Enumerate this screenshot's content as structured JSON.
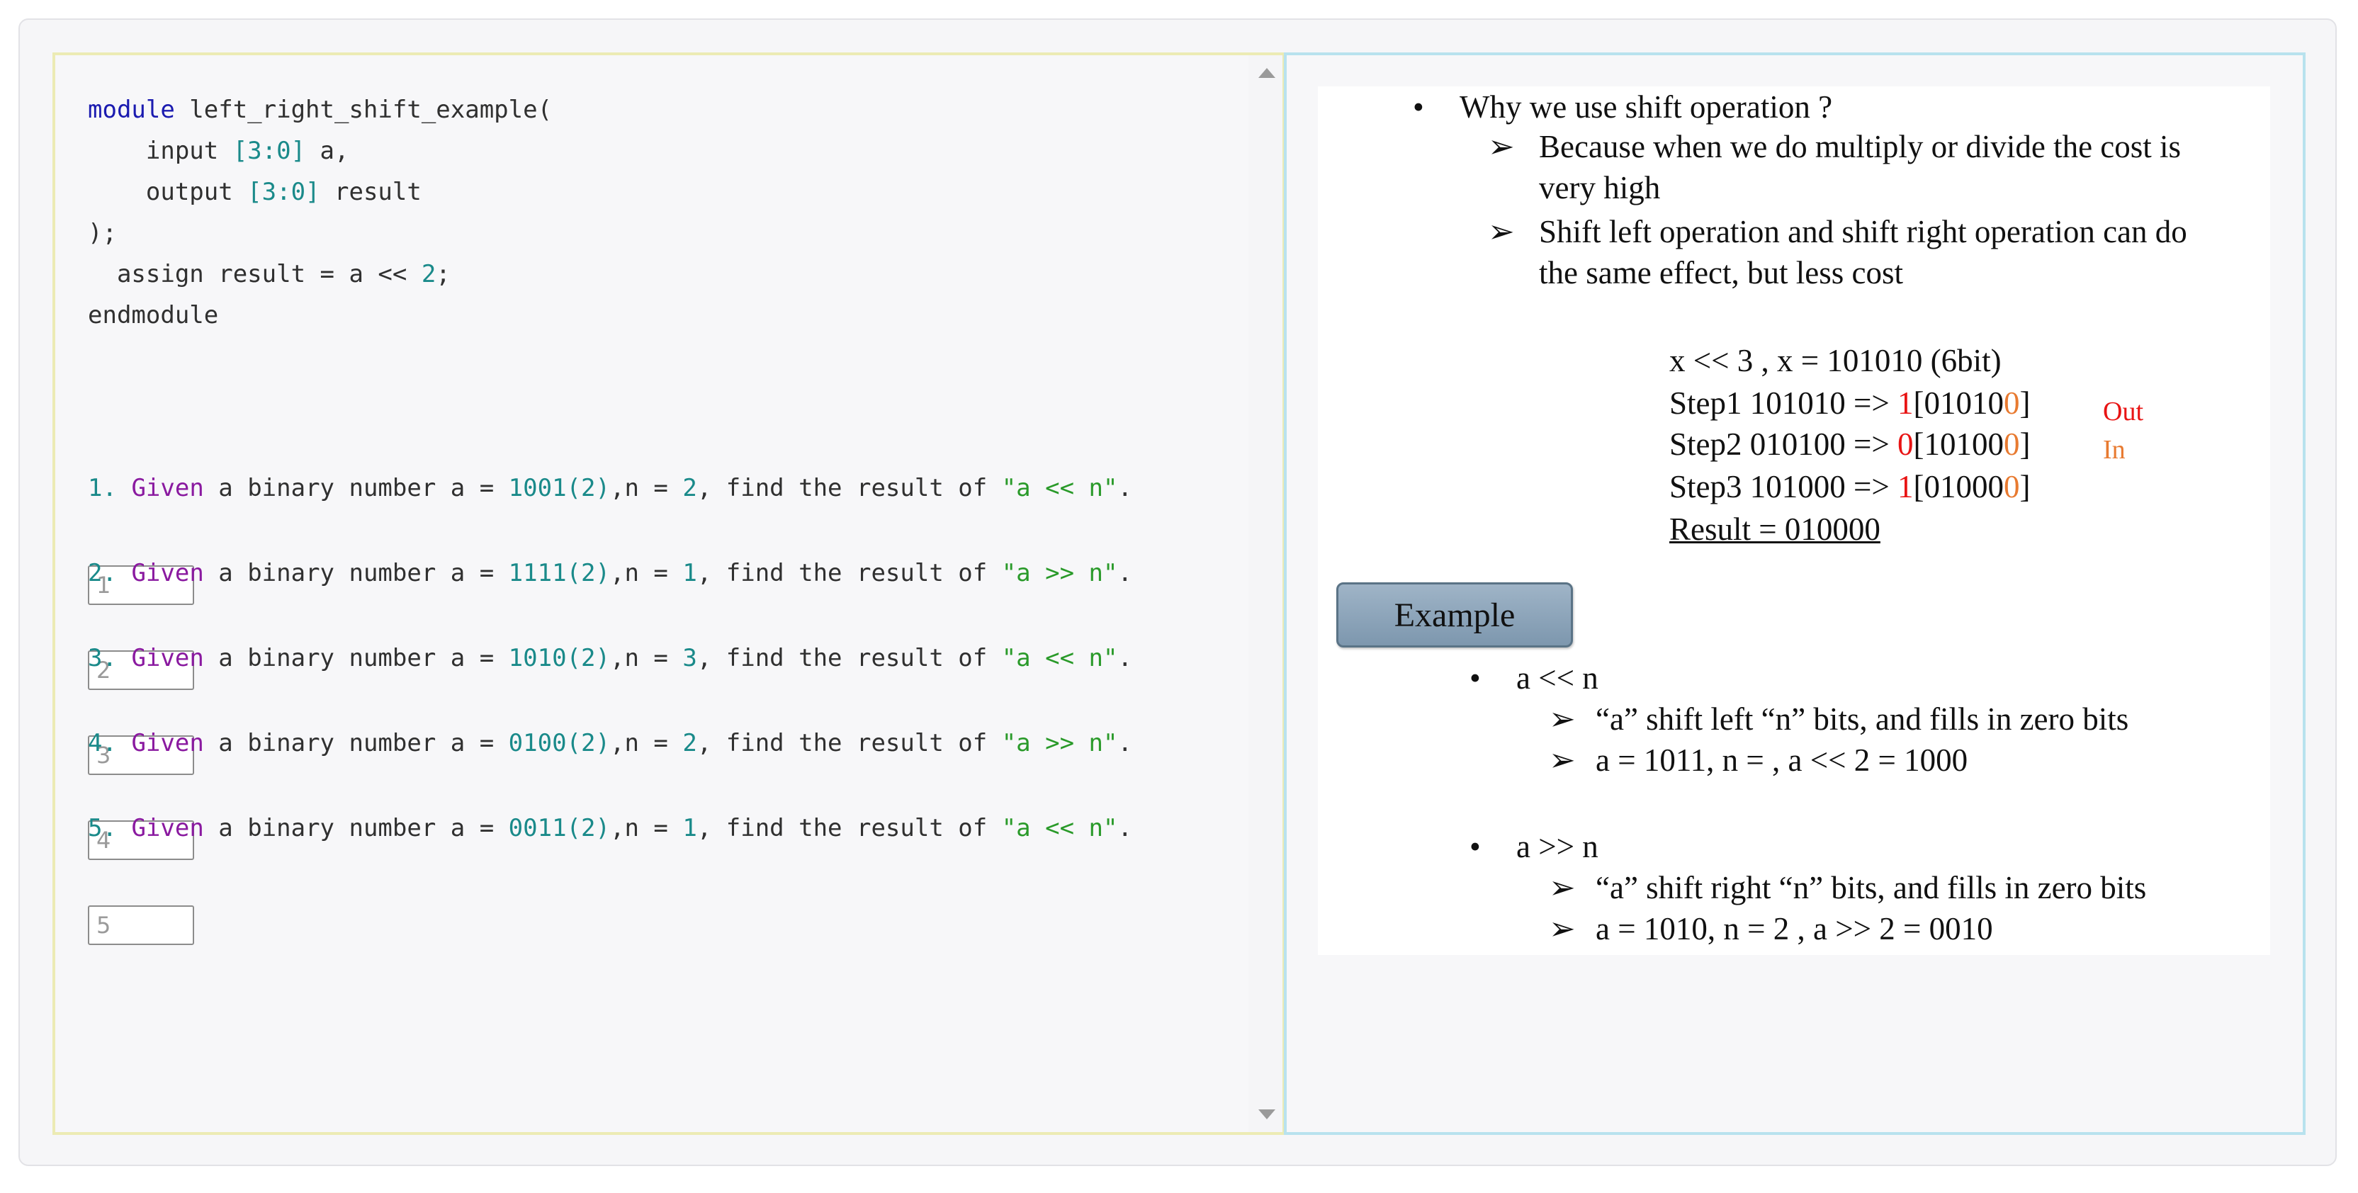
{
  "code": {
    "line1_kw": "module",
    "line1_rest": " left_right_shift_example(",
    "line2_a": "    input ",
    "line2_range": "[3:0]",
    "line2_b": " a,",
    "line3_a": "    output ",
    "line3_range": "[3:0]",
    "line3_b": " result",
    "line4": ");",
    "line5_a": "  assign result = a << ",
    "line5_num": "2",
    "line5_b": ";",
    "line6": "endmodule"
  },
  "questions": [
    {
      "num": "1.",
      "given": "Given",
      "mid1": " a binary number a = ",
      "bin": "1001(2)",
      "mid2": ",n = ",
      "n": "2",
      "mid3": ", find the result of ",
      "expr": "\"a << n\"",
      "end": ".",
      "input_value": "1"
    },
    {
      "num": "2.",
      "given": "Given",
      "mid1": " a binary number a = ",
      "bin": "1111(2)",
      "mid2": ",n = ",
      "n": "1",
      "mid3": ", find the result of ",
      "expr": "\"a >> n\"",
      "end": ".",
      "input_value": "2"
    },
    {
      "num": "3.",
      "given": "Given",
      "mid1": " a binary number a = ",
      "bin": "1010(2)",
      "mid2": ",n = ",
      "n": "3",
      "mid3": ", find the result of ",
      "expr": "\"a << n\"",
      "end": ".",
      "input_value": "3"
    },
    {
      "num": "4.",
      "given": "Given",
      "mid1": " a binary number a = ",
      "bin": "0100(2)",
      "mid2": ",n = ",
      "n": "2",
      "mid3": ", find the result of ",
      "expr": "\"a >> n\"",
      "end": ".",
      "input_value": "4"
    },
    {
      "num": "5.",
      "given": "Given",
      "mid1": " a binary number a = ",
      "bin": "0011(2)",
      "mid2": ",n = ",
      "n": "1",
      "mid3": ", find the result of ",
      "expr": "\"a << n\"",
      "end": ".",
      "input_value": "5"
    }
  ],
  "slide": {
    "bullet": "•",
    "arrow": "➢",
    "why": "Why we use shift operation ?",
    "because_1": "Because when we do multiply or divide the cost is",
    "because_2": "very high",
    "shift_1": "Shift left operation and shift right operation can do",
    "shift_2": "the same effect, but less cost",
    "x_line": "x << 3 , x = 101010 (6bit)",
    "step1_a": "Step1 101010 => ",
    "step1_out": "1",
    "step1_b": "[01010",
    "step1_in": "0",
    "step1_c": "]",
    "step2_a": "Step2 010100 => ",
    "step2_out": "0",
    "step2_b": "[10100",
    "step2_in": "0",
    "step2_c": "]",
    "step3_a": "Step3 101000 => ",
    "step3_out": "1",
    "step3_b": "[01000",
    "step3_in": "0",
    "step3_c": "]",
    "result": "Result = 010000",
    "out_label": "Out",
    "in_label": "In",
    "example_label": "Example",
    "left_op": "a << n",
    "left_desc": "“a” shift left “n” bits, and fills in zero bits",
    "left_ex": "a = 1011, n =  , a << 2 = 1000",
    "right_op": "a >> n",
    "right_desc": "“a” shift right “n” bits, and fills in zero bits",
    "right_ex": "a = 1010, n = 2 , a >> 2 = 0010"
  },
  "colors": {
    "keyword": "#1b1bb0",
    "number": "#1a8a8a",
    "given": "#8a1aa0",
    "string": "#2a9a2a",
    "out_red": "#e81414",
    "in_orange": "#e87a30",
    "left_border": "#ecebb4",
    "right_border": "#b8e2ee"
  }
}
